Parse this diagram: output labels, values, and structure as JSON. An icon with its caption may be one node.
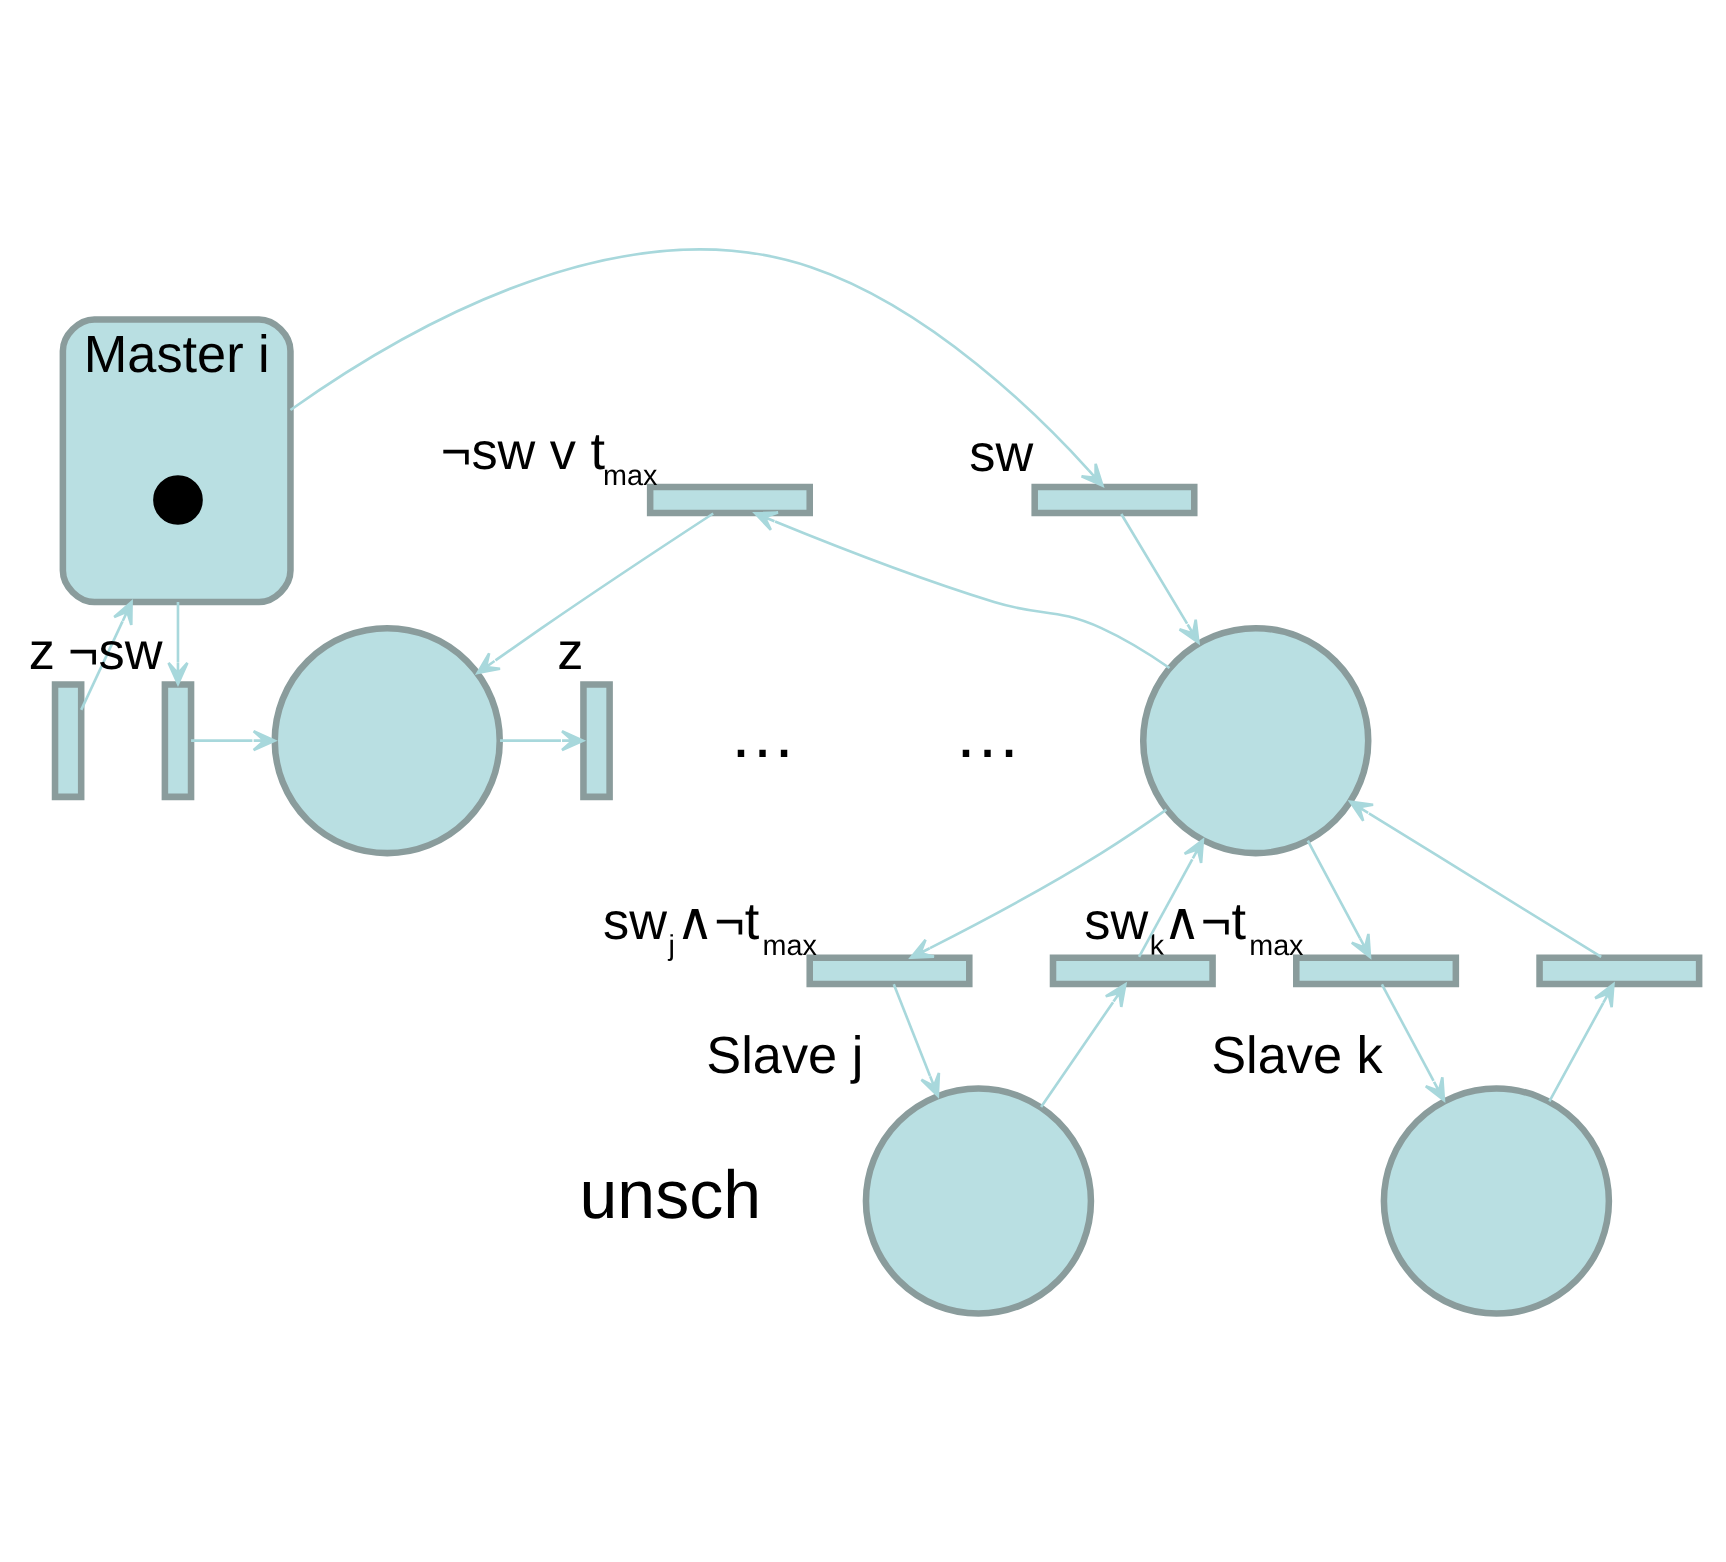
{
  "diagram": {
    "nodes": [
      {
        "text": [],
        "shape": "bar",
        "beside": [
          "z"
        ]
      },
      {
        "text": [
          "Master i"
        ]
      },
      {
        "text": [],
        "shape": "bar",
        "beside": [
          "¬sw"
        ]
      },
      {
        "text": [],
        "shape": "circle"
      },
      {
        "text": [],
        "shape": "bar",
        "beside": [
          "z"
        ]
      },
      {
        "text": [],
        "shape": "bar",
        "beside": [
          "sw"
        ]
      },
      {
        "text": [],
        "shape": "bar",
        "beside": [
          "¬sw v t$_{max}$"
        ]
      },
      {
        "text": [],
        "shape": "circle"
      },
      {
        "text": [],
        "shape": "bar",
        "beside": [
          "sw$_{j}$∧¬t$_{max}$"
        ]
      },
      {
        "text": [],
        "shape": "bar"
      },
      {
        "text": [],
        "shape": "bar"
      },
      {
        "text": [],
        "shape": "bar",
        "beside": [
          "sw$_{k}$∧¬t$_{max}$"
        ]
      },
      {
        "text": [
          "Slave j"
        ]
      },
      {
        "text": [
          "Slave k"
        ]
      },
      {
        "text": [],
        "shape": "dot",
        "in": 1
      }
    ],
    "edges": [
      {
        "from": 0,
        "to": 1,
        "arrow": "to"
      },
      {
        "from": 1,
        "to": 2,
        "arrow": "to"
      },
      {
        "from": 2,
        "to": 3,
        "arrow": "to"
      },
      {
        "from": 3,
        "to": 4,
        "arrow": "to"
      },
      {
        "from": 1,
        "to": 5,
        "arrow": "to"
      },
      {
        "from": 5,
        "to": 7,
        "arrow": "to"
      },
      {
        "from": 7,
        "to": 6,
        "arrow": "to"
      },
      {
        "from": 6,
        "to": 3,
        "arrow": "to"
      },
      {
        "from": 7,
        "to": 8,
        "arrow": "to"
      },
      {
        "from": 8,
        "to": 12,
        "arrow": "to"
      },
      {
        "from": 12,
        "to": 9,
        "arrow": "to"
      },
      {
        "from": 9,
        "to": 7,
        "arrow": "to"
      },
      {
        "from": 7,
        "to": 11,
        "arrow": "to"
      },
      {
        "from": 11,
        "to": 13,
        "arrow": "to"
      },
      {
        "from": 13,
        "to": 10,
        "arrow": "to"
      },
      {
        "from": 10,
        "to": 7,
        "arrow": "to"
      }
    ],
    "labels": [
      "…",
      "…",
      "unsch"
    ]
  }
}
